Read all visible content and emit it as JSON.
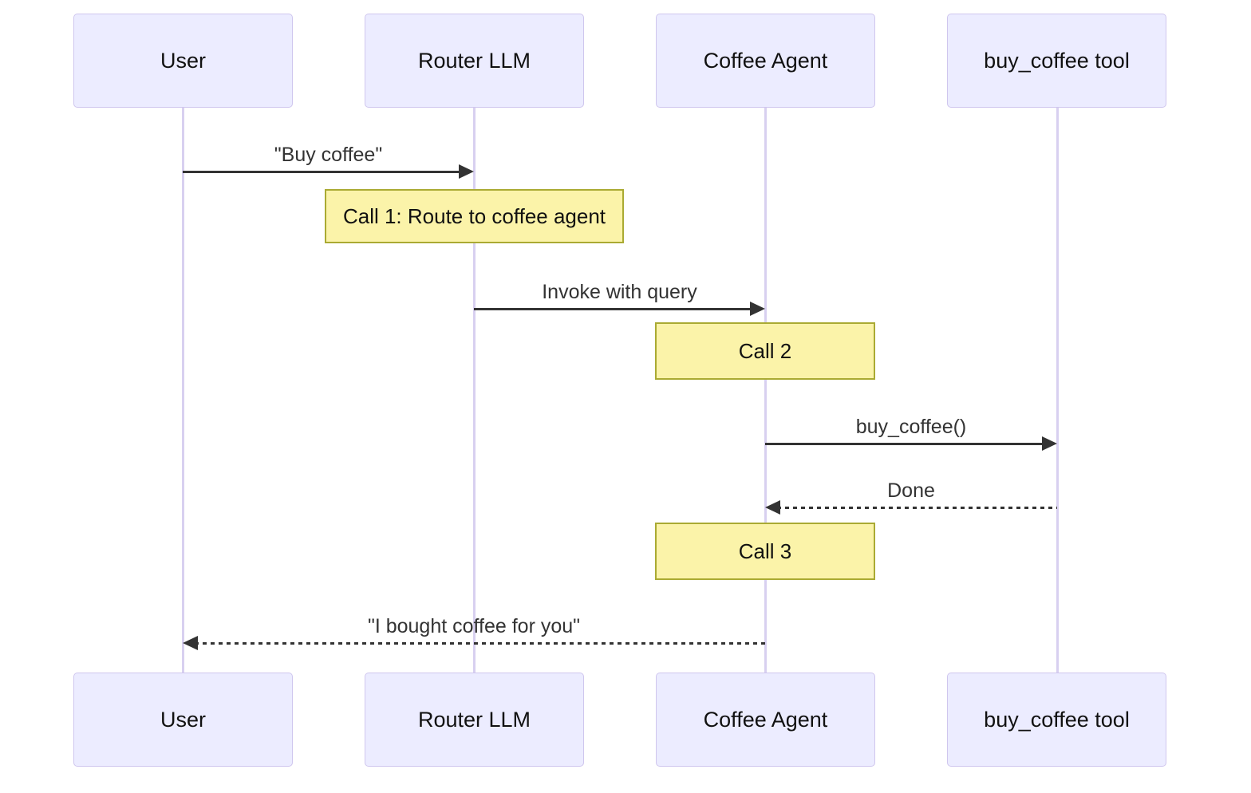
{
  "diagram": {
    "type": "sequence",
    "background": "#FFFFFF",
    "actors": [
      {
        "id": "user",
        "label": "User"
      },
      {
        "id": "router-llm",
        "label": "Router LLM"
      },
      {
        "id": "coffee-agent",
        "label": "Coffee Agent"
      },
      {
        "id": "buy-coffee-tool",
        "label": "buy_coffee tool"
      }
    ],
    "messages": [
      {
        "from": "User",
        "to": "Router LLM",
        "text": "\"Buy coffee\"",
        "line": "solid",
        "direction": "right"
      },
      {
        "from": "Router LLM",
        "to": "Coffee Agent",
        "text": "Invoke with query",
        "line": "solid",
        "direction": "right"
      },
      {
        "from": "Coffee Agent",
        "to": "buy_coffee tool",
        "text": "buy_coffee()",
        "line": "solid",
        "direction": "right"
      },
      {
        "from": "buy_coffee tool",
        "to": "Coffee Agent",
        "text": "Done",
        "line": "dashed",
        "direction": "left"
      },
      {
        "from": "Coffee Agent",
        "to": "User",
        "text": "\"I bought coffee for you\"",
        "line": "dashed",
        "direction": "left"
      }
    ],
    "notes": [
      {
        "over": "Router LLM",
        "text": "Call 1: Route to coffee agent"
      },
      {
        "over": "Coffee Agent",
        "text": "Call 2"
      },
      {
        "over": "Coffee Agent",
        "text": "Call 3"
      }
    ],
    "colors": {
      "actor_fill": "#ECECFF",
      "actor_border": "#CFC6EE",
      "lifeline": "#D8D0F0",
      "note_fill": "#FBF3A9",
      "note_border": "#AAAA33",
      "message_ink": "#333333"
    }
  }
}
